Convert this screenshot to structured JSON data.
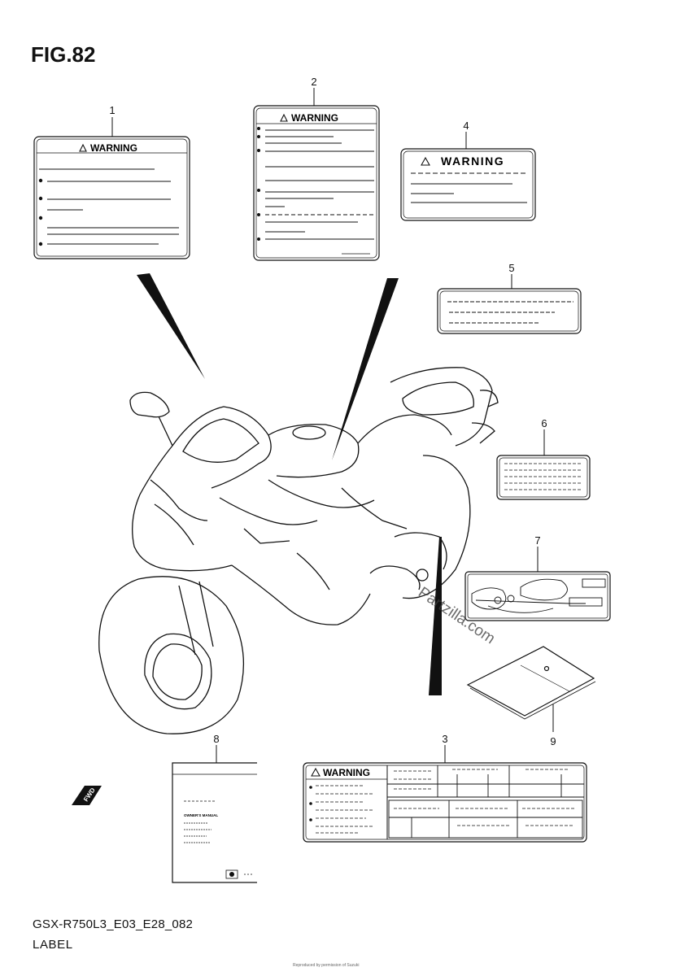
{
  "figure": {
    "title": "FIG.82"
  },
  "model_code": "GSX-R750L3_E03_E28_082",
  "category": "LABEL",
  "warning_text": "WARNING",
  "label_7_brand": "Partzilla.com",
  "callouts": [
    "1",
    "2",
    "3",
    "4",
    "5",
    "6",
    "7",
    "8",
    "9"
  ],
  "manual_title": "OWNER'S MANUAL",
  "direction_marker": "FWD",
  "footer_text": "Reproduced by permission of Suzuki"
}
